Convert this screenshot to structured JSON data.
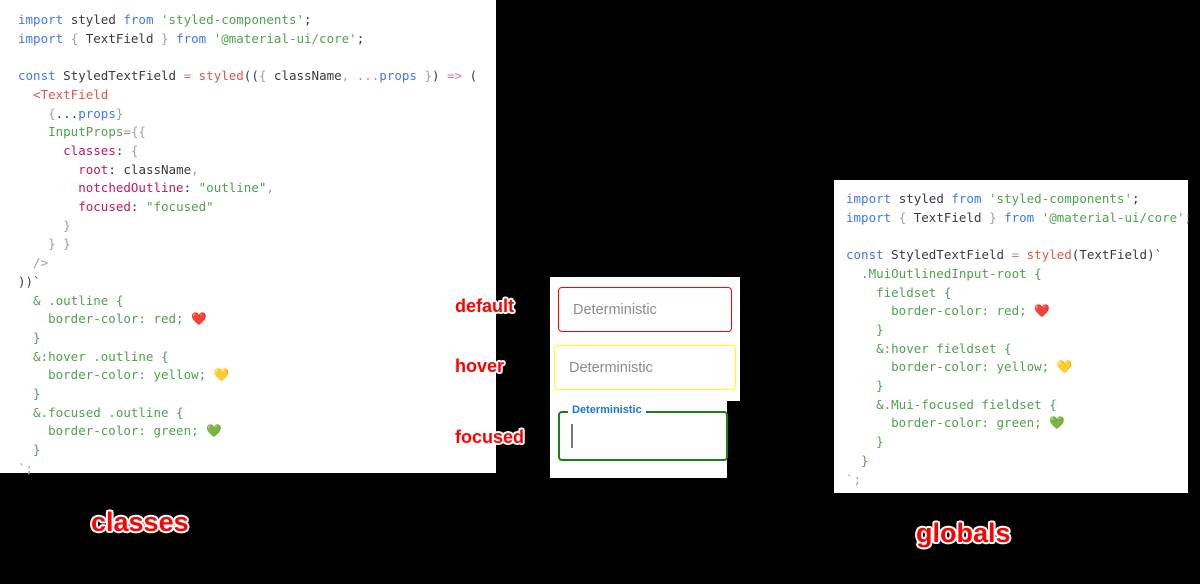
{
  "background_color": "#000000",
  "accent_color": "#ff0000",
  "left_panel": {
    "name": "classes-approach-code",
    "caption": "classes",
    "language": "jsx",
    "code_lines": [
      [
        {
          "t": "import ",
          "c": "kw"
        },
        {
          "t": "styled ",
          "c": "plain"
        },
        {
          "t": "from ",
          "c": "kw"
        },
        {
          "t": "'styled-components'",
          "c": "str"
        },
        {
          "t": ";",
          "c": "plain"
        }
      ],
      [
        {
          "t": "import ",
          "c": "kw"
        },
        {
          "t": "{ ",
          "c": "punct"
        },
        {
          "t": "TextField",
          "c": "plain"
        },
        {
          "t": " } ",
          "c": "punct"
        },
        {
          "t": "from ",
          "c": "kw"
        },
        {
          "t": "'@material-ui/core'",
          "c": "str"
        },
        {
          "t": ";",
          "c": "plain"
        }
      ],
      [],
      [
        {
          "t": "const ",
          "c": "kw"
        },
        {
          "t": "StyledTextField ",
          "c": "plain"
        },
        {
          "t": "= ",
          "c": "op"
        },
        {
          "t": "styled",
          "c": "fn"
        },
        {
          "t": "((",
          "c": "plain"
        },
        {
          "t": "{ ",
          "c": "punct"
        },
        {
          "t": "className",
          "c": "plain"
        },
        {
          "t": ", ",
          "c": "punct"
        },
        {
          "t": "...",
          "c": "op"
        },
        {
          "t": "props",
          "c": "spread"
        },
        {
          "t": " }",
          "c": "punct"
        },
        {
          "t": ") ",
          "c": "plain"
        },
        {
          "t": "=> ",
          "c": "op"
        },
        {
          "t": "(",
          "c": "plain"
        }
      ],
      [
        {
          "t": "  <",
          "c": "tag"
        },
        {
          "t": "TextField",
          "c": "tag"
        }
      ],
      [
        {
          "t": "    ",
          "c": "plain"
        },
        {
          "t": "{",
          "c": "punct"
        },
        {
          "t": "...",
          "c": "plain"
        },
        {
          "t": "props",
          "c": "spread"
        },
        {
          "t": "}",
          "c": "punct"
        }
      ],
      [
        {
          "t": "    ",
          "c": "plain"
        },
        {
          "t": "InputProps",
          "c": "attr"
        },
        {
          "t": "=",
          "c": "op"
        },
        {
          "t": "{{",
          "c": "punct"
        }
      ],
      [
        {
          "t": "      ",
          "c": "plain"
        },
        {
          "t": "classes",
          "c": "prop"
        },
        {
          "t": ": ",
          "c": "plain"
        },
        {
          "t": "{",
          "c": "punct"
        }
      ],
      [
        {
          "t": "        ",
          "c": "plain"
        },
        {
          "t": "root",
          "c": "prop"
        },
        {
          "t": ": ",
          "c": "plain"
        },
        {
          "t": "className",
          "c": "plain"
        },
        {
          "t": ",",
          "c": "punct"
        }
      ],
      [
        {
          "t": "        ",
          "c": "plain"
        },
        {
          "t": "notchedOutline",
          "c": "prop"
        },
        {
          "t": ": ",
          "c": "plain"
        },
        {
          "t": "\"outline\"",
          "c": "str"
        },
        {
          "t": ",",
          "c": "punct"
        }
      ],
      [
        {
          "t": "        ",
          "c": "plain"
        },
        {
          "t": "focused",
          "c": "prop"
        },
        {
          "t": ": ",
          "c": "plain"
        },
        {
          "t": "\"focused\"",
          "c": "str"
        }
      ],
      [
        {
          "t": "      }",
          "c": "punct"
        }
      ],
      [
        {
          "t": "    } }",
          "c": "punct"
        }
      ],
      [
        {
          "t": "  />",
          "c": "punct"
        }
      ],
      [
        {
          "t": "))`",
          "c": "plain"
        }
      ],
      [
        {
          "t": "  & .outline {",
          "c": "css-sel"
        }
      ],
      [
        {
          "t": "    border-color: red; ",
          "c": "css-prop"
        },
        {
          "t": "❤️",
          "c": "emoji"
        }
      ],
      [
        {
          "t": "  }",
          "c": "css-sel"
        }
      ],
      [
        {
          "t": "  &:hover .outline {",
          "c": "css-sel"
        }
      ],
      [
        {
          "t": "    border-color: yellow; ",
          "c": "css-prop"
        },
        {
          "t": "💛",
          "c": "emoji"
        }
      ],
      [
        {
          "t": "  }",
          "c": "css-sel"
        }
      ],
      [
        {
          "t": "  &.focused .outline {",
          "c": "css-sel"
        }
      ],
      [
        {
          "t": "    border-color: green; ",
          "c": "css-prop"
        },
        {
          "t": "💚",
          "c": "emoji"
        }
      ],
      [
        {
          "t": "  }",
          "c": "css-sel"
        }
      ],
      [
        {
          "t": "`;",
          "c": "punct"
        }
      ]
    ]
  },
  "right_panel": {
    "name": "globals-approach-code",
    "caption": "globals",
    "language": "jsx",
    "code_lines": [
      [
        {
          "t": "import ",
          "c": "kw"
        },
        {
          "t": "styled ",
          "c": "plain"
        },
        {
          "t": "from ",
          "c": "kw"
        },
        {
          "t": "'styled-components'",
          "c": "str"
        },
        {
          "t": ";",
          "c": "plain"
        }
      ],
      [
        {
          "t": "import ",
          "c": "kw"
        },
        {
          "t": "{ ",
          "c": "punct"
        },
        {
          "t": "TextField",
          "c": "plain"
        },
        {
          "t": " } ",
          "c": "punct"
        },
        {
          "t": "from ",
          "c": "kw"
        },
        {
          "t": "'@material-ui/core'",
          "c": "str"
        },
        {
          "t": ";",
          "c": "plain"
        }
      ],
      [],
      [
        {
          "t": "const ",
          "c": "kw"
        },
        {
          "t": "StyledTextField ",
          "c": "plain"
        },
        {
          "t": "= ",
          "c": "op"
        },
        {
          "t": "styled",
          "c": "fn"
        },
        {
          "t": "(",
          "c": "plain"
        },
        {
          "t": "TextField",
          "c": "plain"
        },
        {
          "t": ")`",
          "c": "plain"
        }
      ],
      [
        {
          "t": "  .MuiOutlinedInput-root {",
          "c": "css-sel"
        }
      ],
      [
        {
          "t": "    fieldset {",
          "c": "css-sel"
        }
      ],
      [
        {
          "t": "      border-color: red; ",
          "c": "css-prop"
        },
        {
          "t": "❤️",
          "c": "emoji"
        }
      ],
      [
        {
          "t": "    }",
          "c": "css-sel"
        }
      ],
      [
        {
          "t": "    &:hover fieldset {",
          "c": "css-sel"
        }
      ],
      [
        {
          "t": "      border-color: yellow; ",
          "c": "css-prop"
        },
        {
          "t": "💛",
          "c": "emoji"
        }
      ],
      [
        {
          "t": "    }",
          "c": "css-sel"
        }
      ],
      [
        {
          "t": "    &.Mui-focused fieldset {",
          "c": "css-sel"
        }
      ],
      [
        {
          "t": "      border-color: green; ",
          "c": "css-prop"
        },
        {
          "t": "💚",
          "c": "emoji"
        }
      ],
      [
        {
          "t": "    }",
          "c": "css-sel"
        }
      ],
      [
        {
          "t": "  }",
          "c": "css-sel"
        }
      ],
      [
        {
          "t": "`;",
          "c": "punct"
        }
      ]
    ]
  },
  "demo": {
    "name": "textfield-state-demo",
    "fields": [
      {
        "state": "default",
        "annotation": "default",
        "placeholder": "Deterministic",
        "value": "",
        "border_color": "#ff0000",
        "label_shown": false
      },
      {
        "state": "hover",
        "annotation": "hover",
        "placeholder": "Deterministic",
        "value": "",
        "border_color": "#ffff00",
        "label_shown": false
      },
      {
        "state": "focused",
        "annotation": "focused",
        "placeholder": "",
        "label": "Deterministic",
        "label_color": "#1a73e8",
        "value": "",
        "border_color": "#1b7f1b",
        "label_shown": true,
        "caret_visible": true
      }
    ]
  }
}
